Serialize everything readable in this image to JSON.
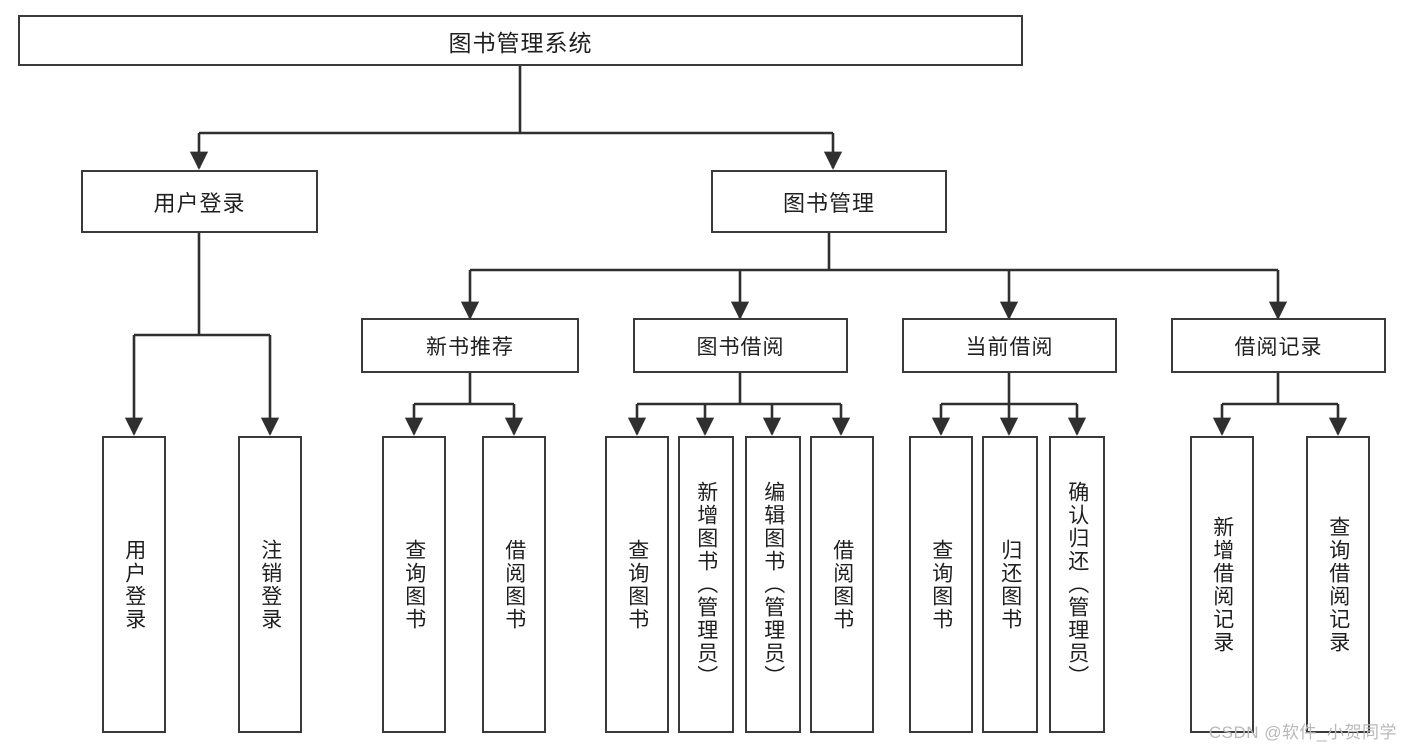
{
  "diagram": {
    "title": "图书管理系统",
    "type": "tree",
    "watermark": "CSDN @软件_小贺同学",
    "colors": {
      "box_border": "#3a3a3a",
      "box_fill": "#ffffff",
      "edge": "#2f2f2f",
      "text": "#1f1f1f",
      "watermark": "#b9b9b9",
      "background": "#ffffff"
    },
    "root": {
      "label": "图书管理系统"
    },
    "level1": [
      {
        "label": "用户登录"
      },
      {
        "label": "图书管理"
      }
    ],
    "level2": [
      {
        "label": "新书推荐"
      },
      {
        "label": "图书借阅"
      },
      {
        "label": "当前借阅"
      },
      {
        "label": "借阅记录"
      }
    ],
    "leaves": {
      "user_login": [
        {
          "label": "用户登录"
        },
        {
          "label": "注销登录"
        }
      ],
      "new_book_recommend": [
        {
          "label": "查询图书"
        },
        {
          "label": "借阅图书"
        }
      ],
      "book_borrow": [
        {
          "label": "查询图书"
        },
        {
          "label": "新增图书（管理员）"
        },
        {
          "label": "编辑图书（管理员）"
        },
        {
          "label": "借阅图书"
        }
      ],
      "current_borrow": [
        {
          "label": "查询图书"
        },
        {
          "label": "归还图书"
        },
        {
          "label": "确认归还（管理员）"
        }
      ],
      "borrow_record": [
        {
          "label": "新增借阅记录"
        },
        {
          "label": "查询借阅记录"
        }
      ]
    }
  }
}
